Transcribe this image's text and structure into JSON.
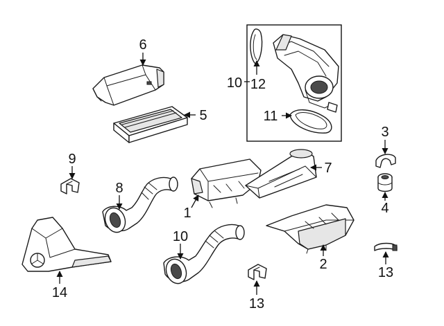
{
  "diagram": {
    "callouts": [
      {
        "id": "c1",
        "text": "1"
      },
      {
        "id": "c2",
        "text": "2"
      },
      {
        "id": "c3",
        "text": "3"
      },
      {
        "id": "c4",
        "text": "4"
      },
      {
        "id": "c5",
        "text": "5"
      },
      {
        "id": "c6",
        "text": "6"
      },
      {
        "id": "c7",
        "text": "7"
      },
      {
        "id": "c8",
        "text": "8"
      },
      {
        "id": "c9",
        "text": "9"
      },
      {
        "id": "c10a",
        "text": "10"
      },
      {
        "id": "c10b",
        "text": "10"
      },
      {
        "id": "c11",
        "text": "11"
      },
      {
        "id": "c12",
        "text": "12"
      },
      {
        "id": "c13a",
        "text": "13"
      },
      {
        "id": "c13b",
        "text": "13"
      },
      {
        "id": "c14",
        "text": "14"
      }
    ]
  }
}
